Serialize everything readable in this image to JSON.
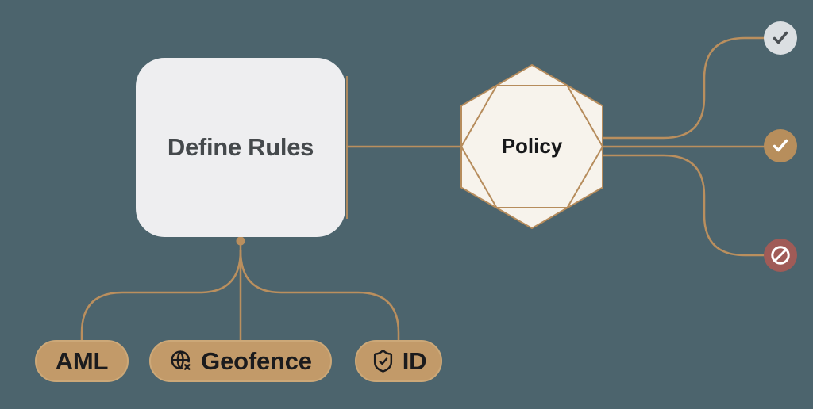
{
  "colors": {
    "background": "#4C646D",
    "accent_line": "#BA8F5E",
    "card_fill": "#EEEEF0",
    "hexagon_fill": "#F7F3EC",
    "pill_fill": "#C29A69",
    "status_pass_neutral": "#DBDFE2",
    "status_pass": "#B78E5C",
    "status_blocked": "#A05B57"
  },
  "flow": {
    "source": {
      "label": "Define Rules"
    },
    "gate": {
      "label": "Policy"
    },
    "inputs": [
      {
        "label": "AML",
        "icon": "none"
      },
      {
        "label": "Geofence",
        "icon": "globe-x-icon"
      },
      {
        "label": "ID",
        "icon": "shield-check-icon"
      }
    ],
    "outcomes": [
      {
        "name": "pass-neutral",
        "icon": "check",
        "circle_color": "#DBDFE2",
        "icon_color": "#4A4F53"
      },
      {
        "name": "pass",
        "icon": "check",
        "circle_color": "#B78E5C",
        "icon_color": "#FFFFFF"
      },
      {
        "name": "blocked",
        "icon": "blocked",
        "circle_color": "#A05B57",
        "icon_color": "#FFFFFF"
      }
    ]
  }
}
